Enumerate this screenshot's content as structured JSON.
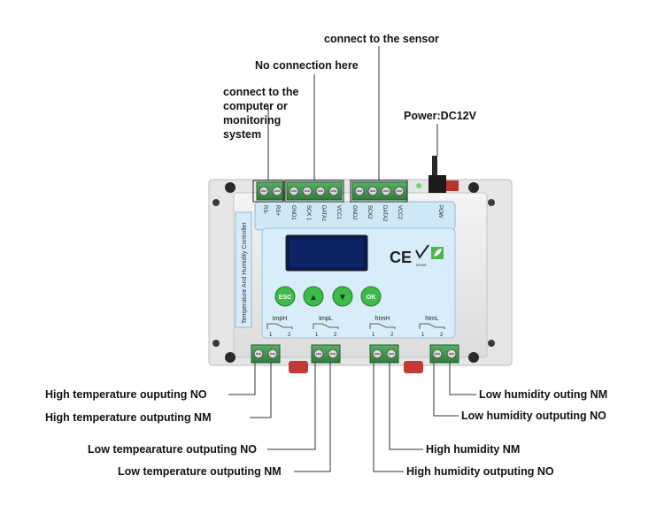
{
  "top_callouts": {
    "sensor": "connect to the sensor",
    "no_connection": "No connection here",
    "computer_l1": "connect to the",
    "computer_l2": "computer or",
    "computer_l3": "monitoring",
    "computer_l4": "system",
    "power": "Power:DC12V"
  },
  "top_terminals": [
    "RS-",
    "RS+",
    "GND1",
    "SCK 1",
    "DATA1",
    "VCC1",
    "GND2",
    "SCK2",
    "DATA2",
    "VCC2",
    "",
    "POW"
  ],
  "side_label": "Temperature And Humidity Controller",
  "buttons": {
    "esc": "ESC",
    "ok": "OK",
    "up": "▲",
    "down": "▼"
  },
  "relays": [
    {
      "name": "tmpH",
      "pin1": "1",
      "pin2": "2"
    },
    {
      "name": "tmpL",
      "pin1": "1",
      "pin2": "2"
    },
    {
      "name": "hImH",
      "pin1": "1",
      "pin2": "2"
    },
    {
      "name": "hImL",
      "pin1": "1",
      "pin2": "2"
    }
  ],
  "marks": {
    "ce": "CE",
    "rohs": "ROHS"
  },
  "bottom_callouts": {
    "high_temp_no": "High temperature ouputing NO",
    "high_temp_nm": "High temperature  outputing NM",
    "low_temp_no": "Low tempearature outputing NO",
    "low_temp_nm": "Low temperature outputing NM",
    "low_hum_outing_nm": "Low humidity outing NM",
    "low_hum_no": "Low humidity outputing NO",
    "high_hum_nm": "High humidity NM",
    "high_hum_no": "High humidity outputing NO"
  },
  "colors": {
    "panel": "#cfe8f7",
    "enclosure": "#ececec",
    "terminal": "#3f9a4f",
    "button": "#3dba4a",
    "lcd": "#0b1a4a"
  }
}
